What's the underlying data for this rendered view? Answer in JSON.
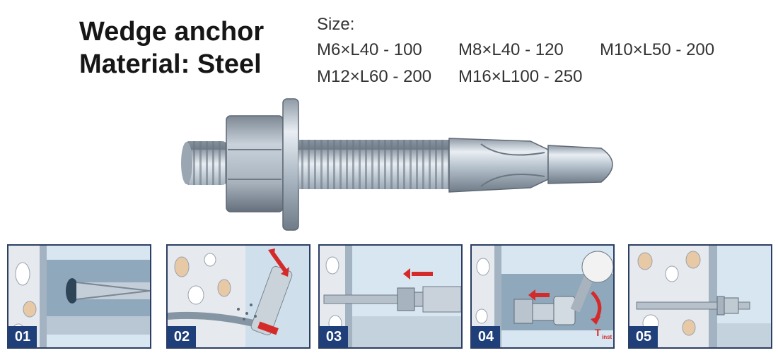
{
  "title": {
    "line1": "Wedge anchor",
    "line2": "Material: Steel"
  },
  "sizes": {
    "label": "Size:",
    "row1": [
      "M6×L40 - 100",
      "M8×L40 - 120",
      "M10×L50 - 200"
    ],
    "row2": [
      "M12×L60 - 200",
      "M16×L100 - 250"
    ]
  },
  "product": {
    "icon": "wedge-anchor-bolt-icon"
  },
  "steps": [
    {
      "number": "01",
      "icon": "drill-hole-icon"
    },
    {
      "number": "02",
      "icon": "blow-out-dust-icon"
    },
    {
      "number": "03",
      "icon": "insert-anchor-icon"
    },
    {
      "number": "04",
      "icon": "tighten-nut-torque-icon",
      "torque_label": "T",
      "torque_sub": "inst"
    },
    {
      "number": "05",
      "icon": "installed-anchor-icon"
    }
  ],
  "colors": {
    "badge": "#1f3f7a",
    "arrow": "#d42a2a",
    "wall": "#e6e9ee",
    "steel": "#b9c6d2",
    "background": "#d7e6f1"
  }
}
